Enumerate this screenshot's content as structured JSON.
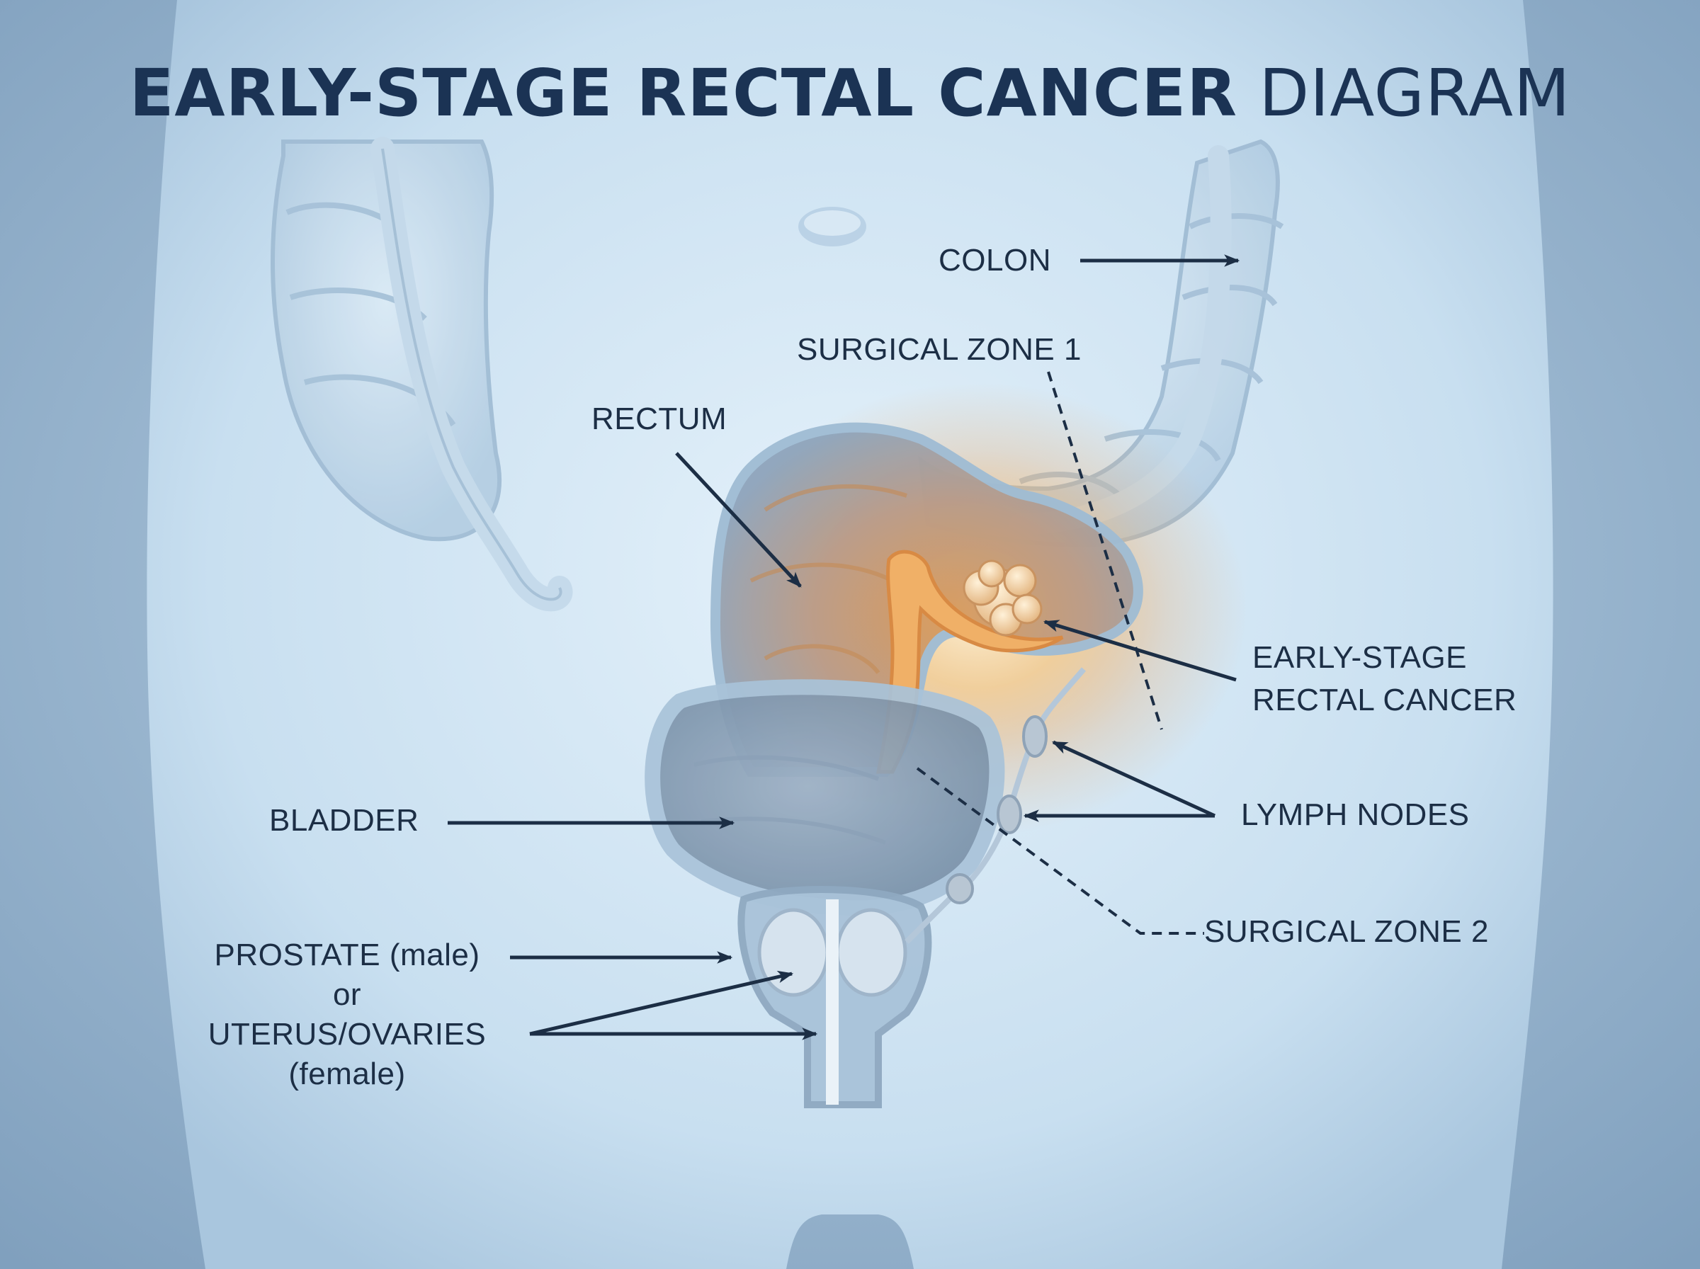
{
  "title": {
    "bold": "EARLY-STAGE RECTAL CANCER",
    "light": "DIAGRAM"
  },
  "labels": {
    "colon": "COLON",
    "surgical_zone_1": "SURGICAL ZONE 1",
    "rectum": "RECTUM",
    "early_stage_line1": "EARLY-STAGE",
    "early_stage_line2": "RECTAL CANCER",
    "bladder": "BLADDER",
    "lymph_nodes": "LYMPH NODES",
    "surgical_zone_2": "SURGICAL ZONE 2",
    "prostate": "PROSTATE (male)",
    "or": "or",
    "uterus": "UTERUS/OVARIES",
    "female": "(female)"
  },
  "colors": {
    "background": "#8fb0cc",
    "body": "#cfe4f2",
    "text": "#1c2e45",
    "tumor_glow": "#f0a24a"
  },
  "icons": [
    "arrow-icon",
    "dashed-line"
  ]
}
